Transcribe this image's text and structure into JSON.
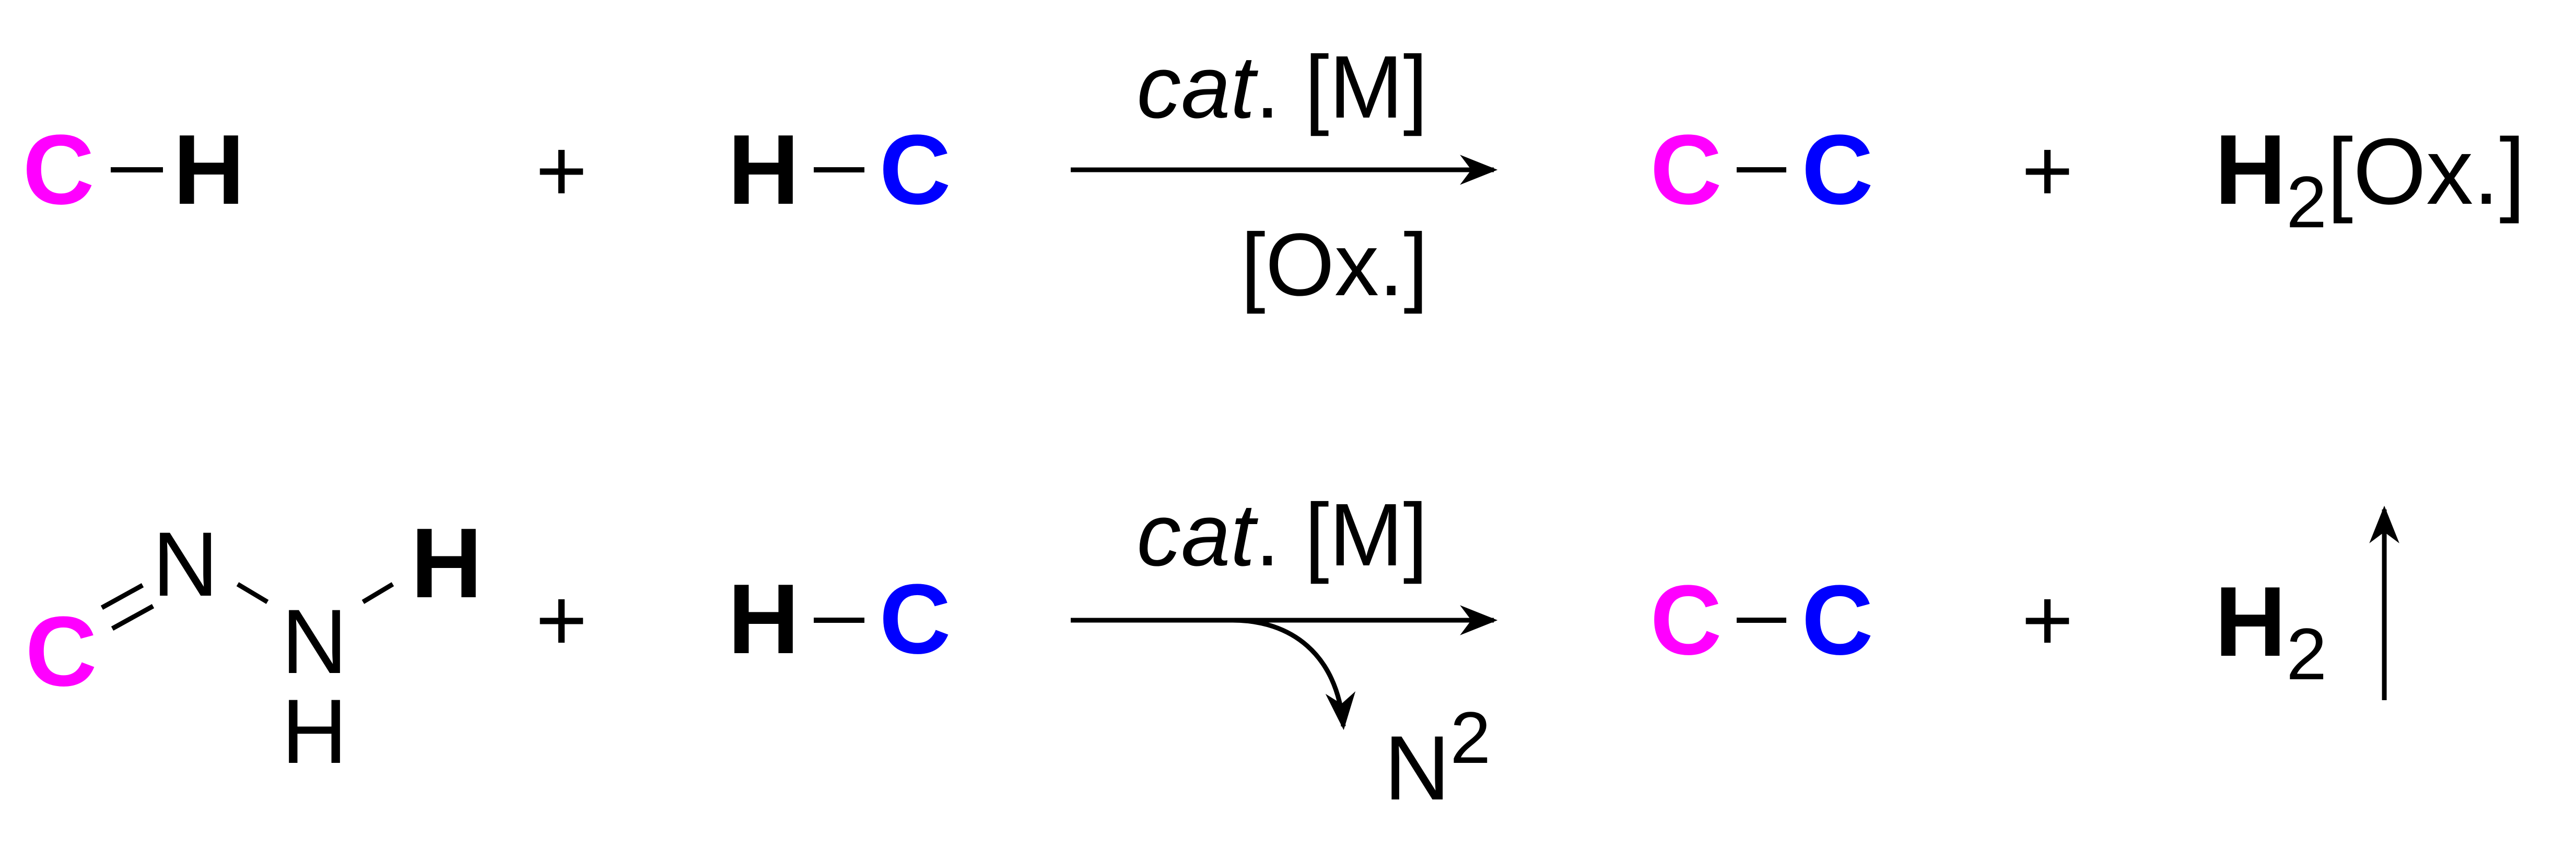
{
  "colors": {
    "magenta": "#ff00ff",
    "blue": "#0000ff",
    "black": "#000000"
  },
  "reaction1": {
    "reactant1": {
      "atom_c": "C",
      "atom_h": "H"
    },
    "plus1": "+",
    "reactant2": {
      "atom_h": "H",
      "atom_c": "C"
    },
    "catalyst": {
      "italic": "cat",
      "rest": ". [M]"
    },
    "oxidant": "[Ox.]",
    "product": {
      "atom_c1": "C",
      "atom_c2": "C"
    },
    "plus2": "+",
    "byproduct": {
      "h": "H",
      "sub": "2",
      "ox": "[Ox.]"
    }
  },
  "reaction2": {
    "hydrazone": {
      "atom_c": "C",
      "atom_n1": "N",
      "atom_n2": "N",
      "atom_h_bold": "H",
      "atom_h_nh": "H"
    },
    "plus1": "+",
    "reactant2": {
      "atom_h": "H",
      "atom_c": "C"
    },
    "catalyst": {
      "italic": "cat",
      "rest": ". [M]"
    },
    "released": {
      "n": "N",
      "sup": "2"
    },
    "product": {
      "atom_c1": "C",
      "atom_c2": "C"
    },
    "plus2": "+",
    "byproduct": {
      "h": "H",
      "sub": "2"
    }
  }
}
